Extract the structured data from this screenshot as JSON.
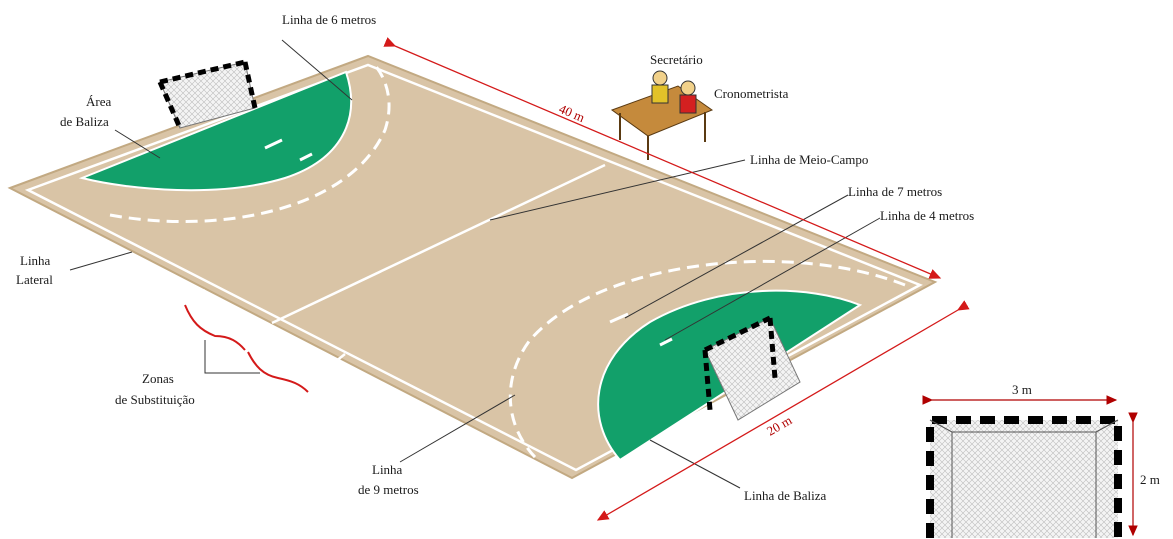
{
  "labels": {
    "linha_6m": "Linha de 6 metros",
    "area_baliza_1": "Área",
    "area_baliza_2": "de Baliza",
    "secretario": "Secretário",
    "cronometrista": "Cronometrista",
    "meio_campo": "Linha de Meio-Campo",
    "linha_7m": "Linha de 7 metros",
    "linha_4m": "Linha de 4 metros",
    "linha_lateral_1": "Linha",
    "linha_lateral_2": "Lateral",
    "zonas_1": "Zonas",
    "zonas_2": "de Substituição",
    "linha_9m_1": "Linha",
    "linha_9m_2": "de 9 metros",
    "linha_baliza": "Linha de Baliza"
  },
  "dimensions": {
    "length": "40 m",
    "width": "20 m",
    "goal_width": "3 m",
    "goal_height": "2 m"
  },
  "colors": {
    "court": "#d9c4a6",
    "court_edge": "#c2a982",
    "goal_area": "#12a06a",
    "lines": "#ffffff",
    "dimension_arrows": "#d41a1a",
    "leader_lines": "#333333",
    "substitution_brace": "#d41a1a"
  }
}
